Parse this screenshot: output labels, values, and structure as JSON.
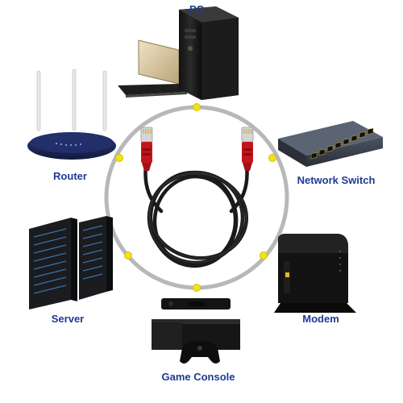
{
  "devices": [
    {
      "id": "pc",
      "label": "PC",
      "icon": "pc-icon"
    },
    {
      "id": "router",
      "label": "Router",
      "icon": "router-icon"
    },
    {
      "id": "network-switch",
      "label": "Network Switch",
      "icon": "network-switch-icon"
    },
    {
      "id": "server",
      "label": "Server",
      "icon": "server-icon"
    },
    {
      "id": "modem",
      "label": "Modem",
      "icon": "modem-icon"
    },
    {
      "id": "game-console",
      "label": "Game Console",
      "icon": "game-console-icon"
    }
  ],
  "colors": {
    "label": "#1f3a93",
    "ring": "#b8b8b8",
    "node": "#f2e21a",
    "cable": "#1a1a1a",
    "connector": "#c4141c",
    "router_body": "#1d2a5c"
  }
}
